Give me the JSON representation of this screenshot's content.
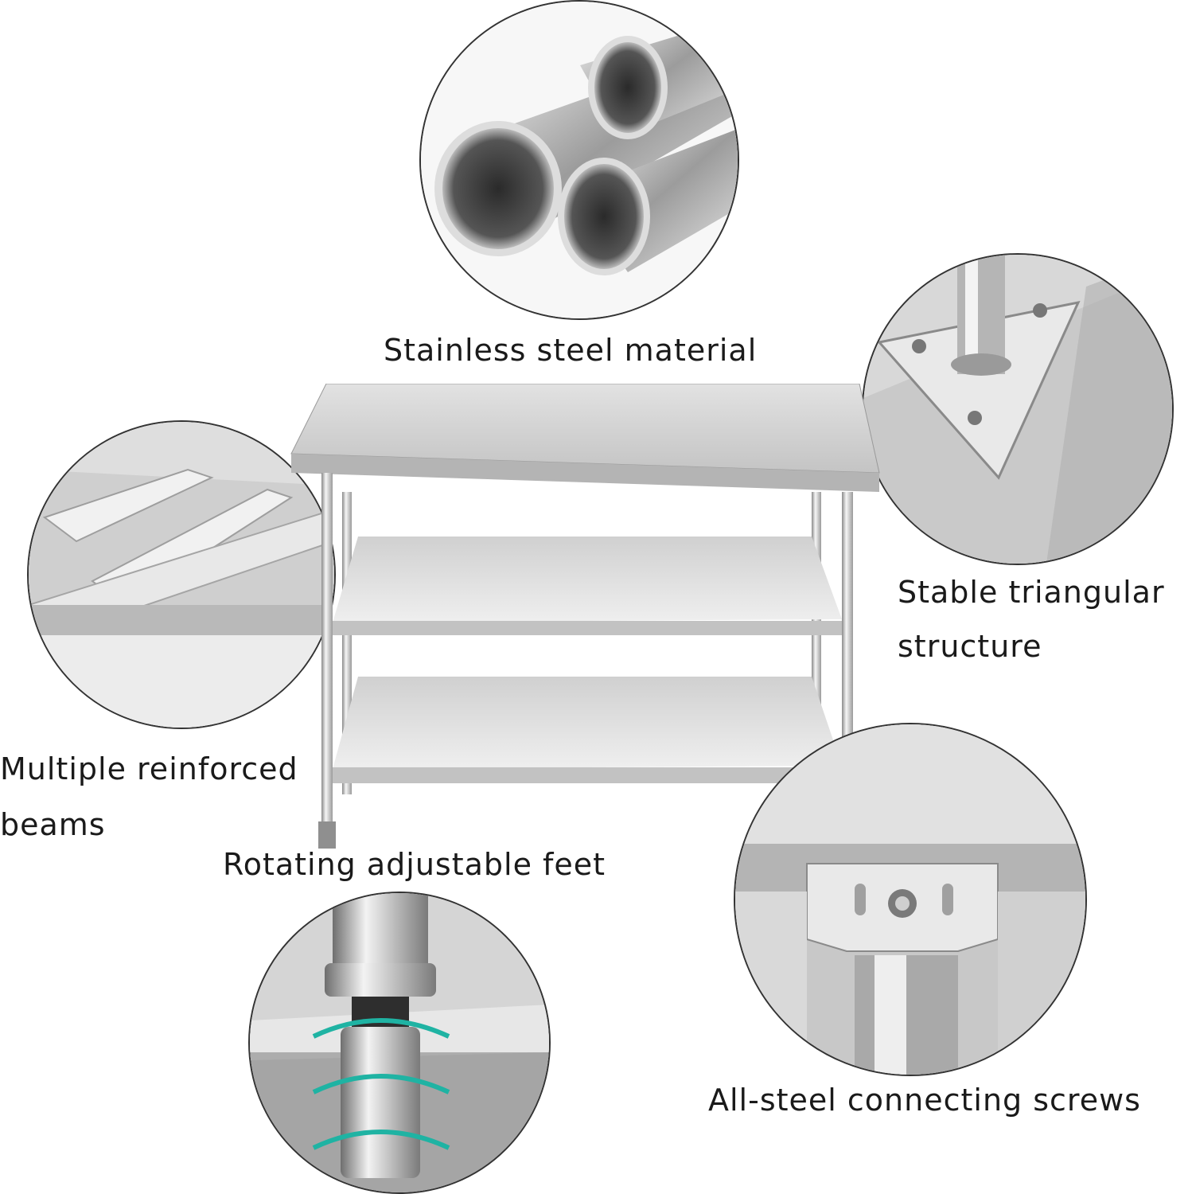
{
  "captions": {
    "material": "Stainless steel material",
    "triangular": [
      "Stable triangular",
      "structure"
    ],
    "beams": [
      "Multiple reinforced",
      "beams"
    ],
    "feet": "Rotating adjustable feet",
    "screws": "All-steel connecting screws"
  },
  "colors": {
    "steel_light": "#eeeeee",
    "steel_mid": "#bdbdbd",
    "steel_dark": "#5a5a5a",
    "ring_accent": "#1fb3a3"
  }
}
